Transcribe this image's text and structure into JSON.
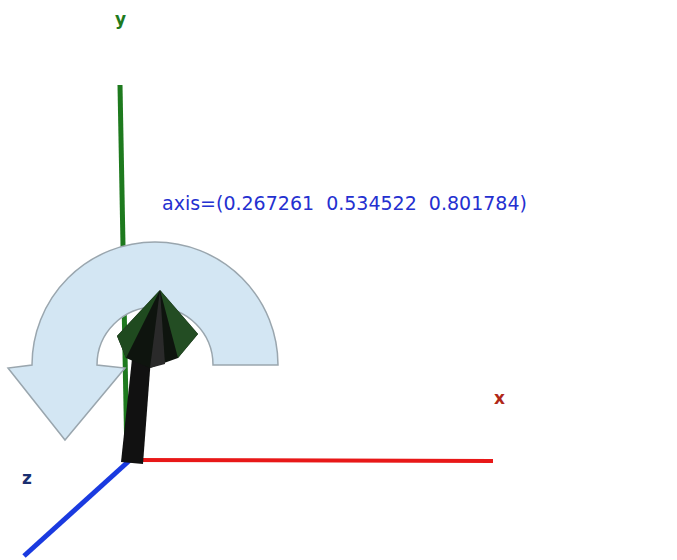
{
  "diagram": {
    "labels": [
      "y",
      "axis=(0.267261  0.534522  0.801784)",
      "x",
      "z"
    ]
  }
}
